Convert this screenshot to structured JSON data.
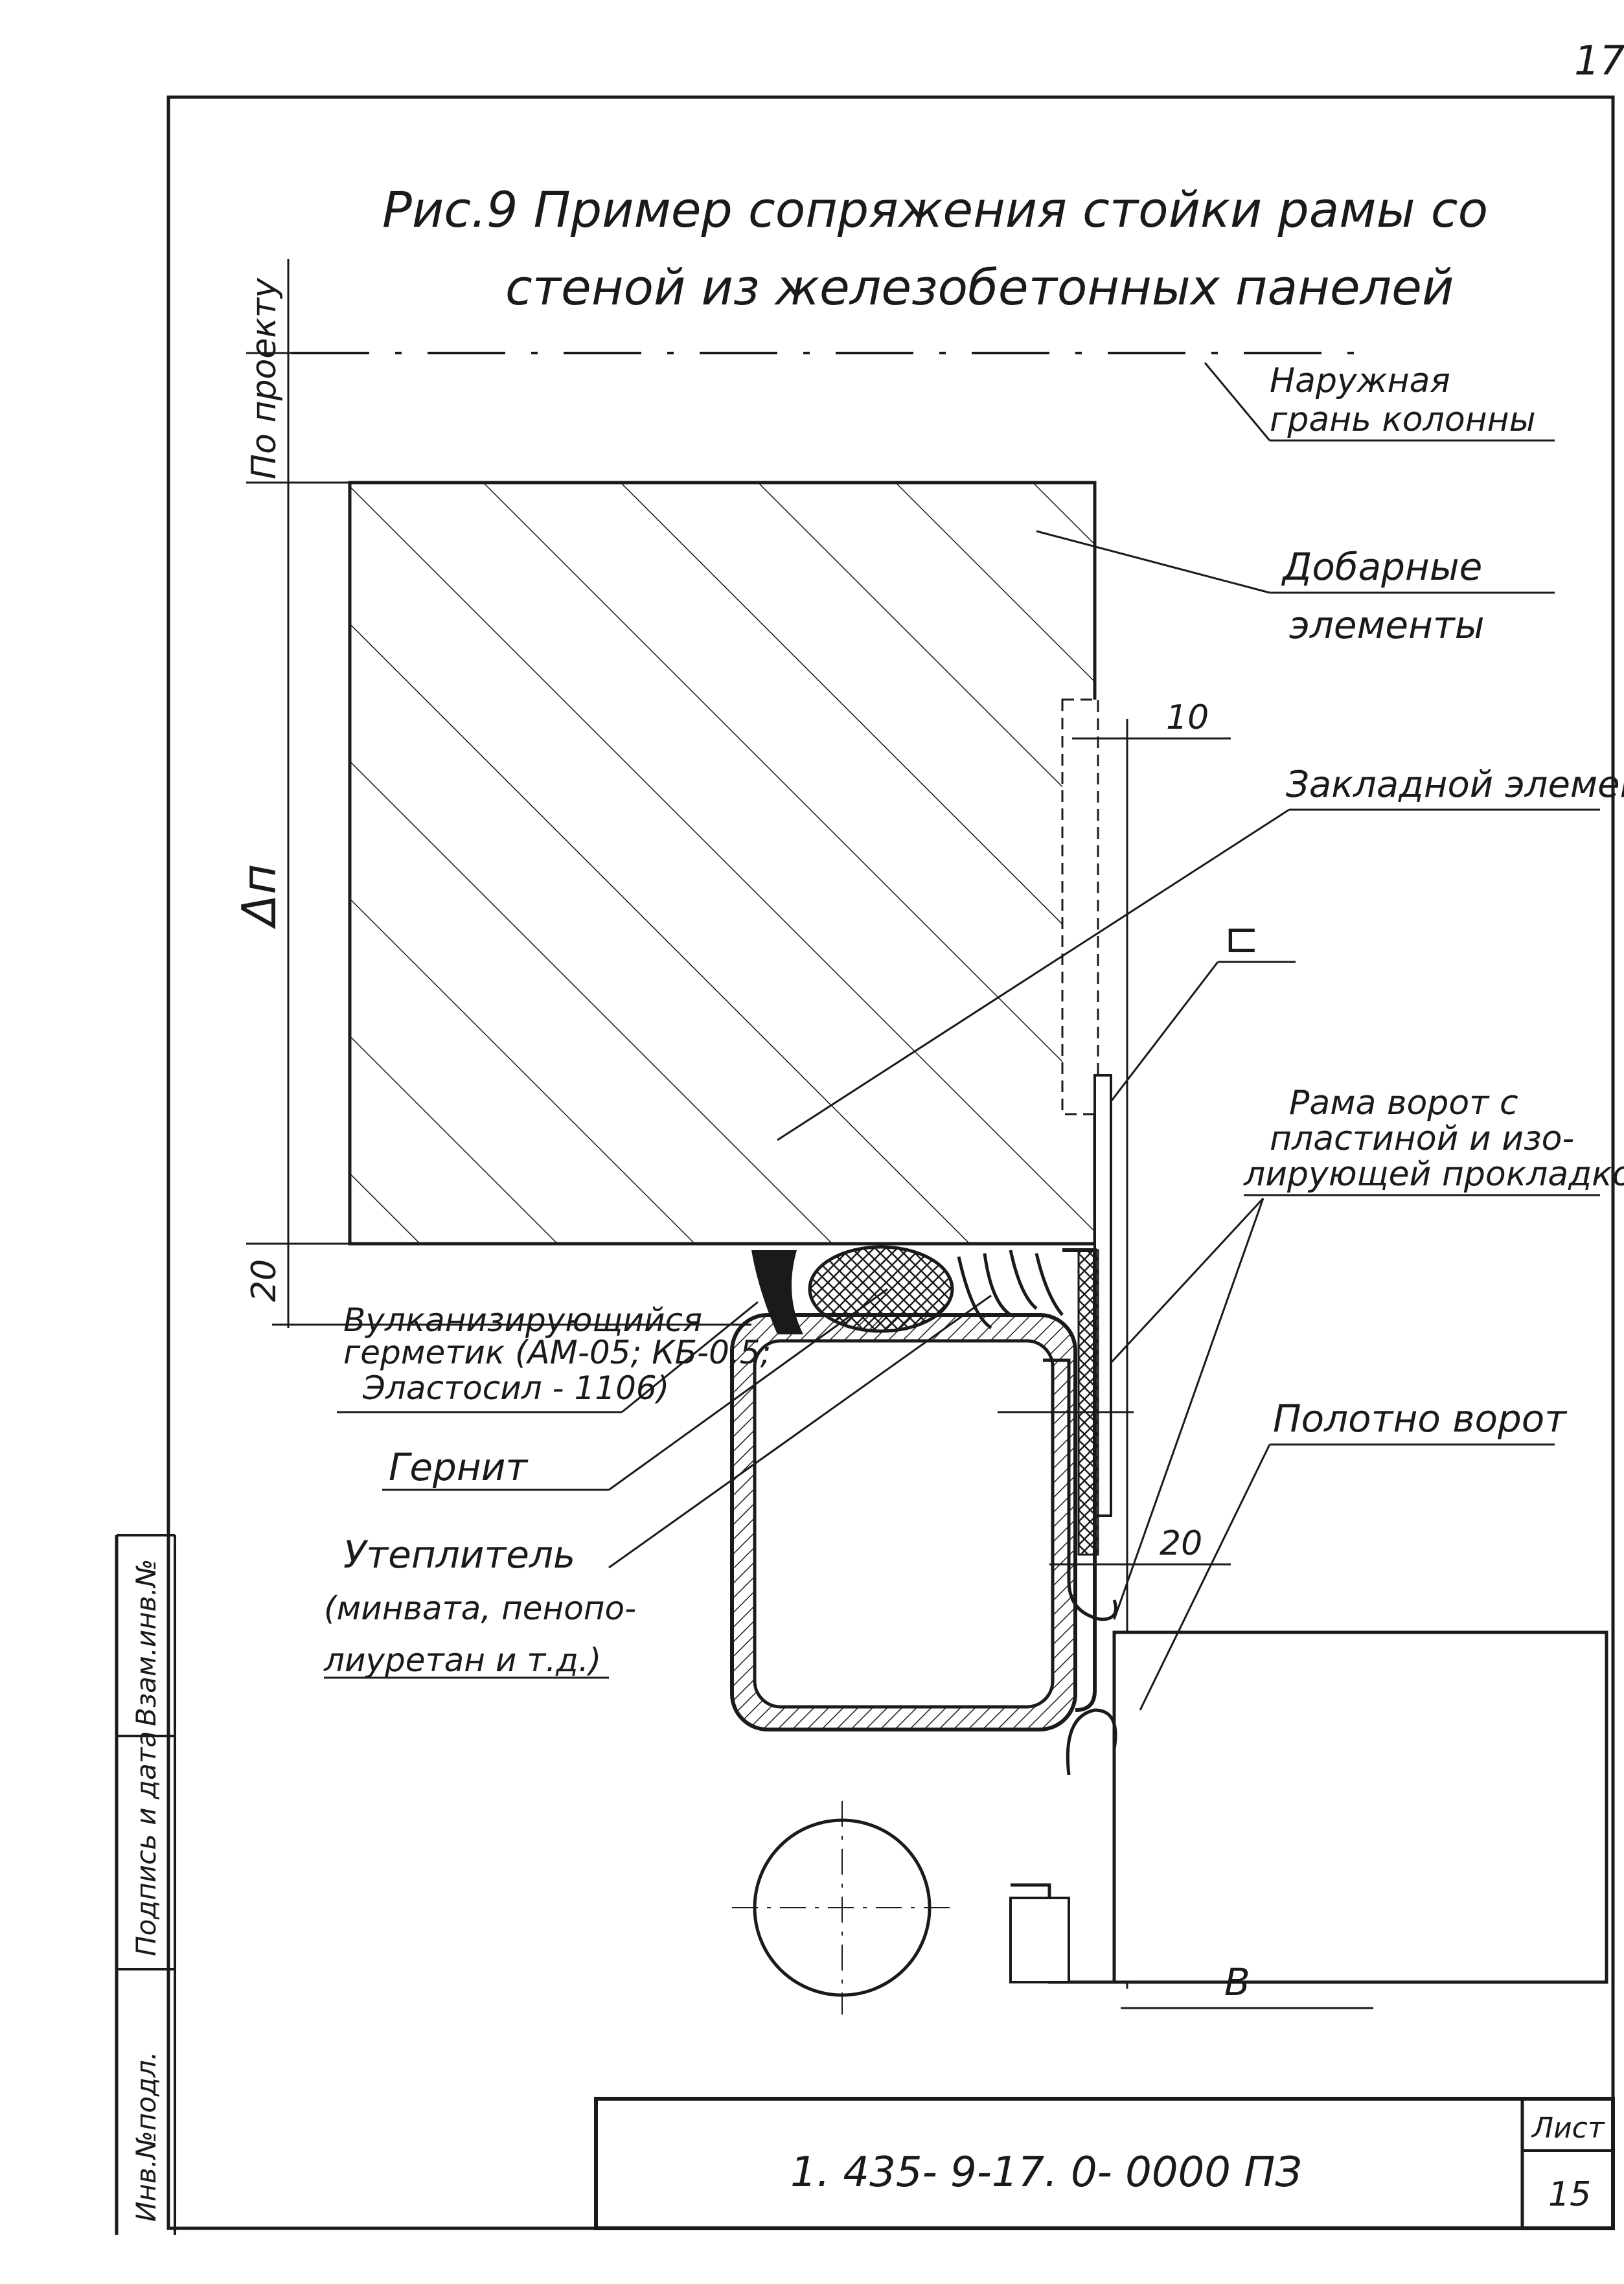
{
  "sheet": {
    "page_number": "17",
    "title_line1": "Рис.9 Пример сопряжения стойки рамы со",
    "title_line2": "стеной из железобетонных панелей",
    "doc_code": "1. 435- 9-17. 0- 0000 ПЗ",
    "sheet_label": "Лист",
    "sheet_number": "15",
    "side_stamp": {
      "inv_podl": "Инв.№подл.",
      "podpis_data": "Подпись и дата",
      "vzam_inv": "Взам.инв.№"
    }
  },
  "labels": {
    "po_proektu": "По проекту",
    "outer_face_1": "Наружная",
    "outer_face_2": "грань колонны",
    "extra_1": "Добарные",
    "extra_2": "элементы",
    "dim_10": "10",
    "embedded": "Закладной элемент",
    "dim_delta": "Δп",
    "channel_mark": "⊏",
    "frame_1": "Рама ворот с",
    "frame_2": "пластиной и изо-",
    "frame_3": "лирующей прокладкой",
    "dim_20_top": "20",
    "sealant_1": "Вулканизирующийся",
    "sealant_2": "герметик (АМ-05; КБ-0,5;",
    "sealant_3": "Эластосил - 1106)",
    "gernit": "Гернит",
    "door_leaf": "Полотно ворот",
    "insul_1": "Утеплитель",
    "insul_2": "(минвата, пенопо-",
    "insul_3": "лиуретан и т.д.)",
    "dim_20_side": "20",
    "dim_b": "В"
  }
}
